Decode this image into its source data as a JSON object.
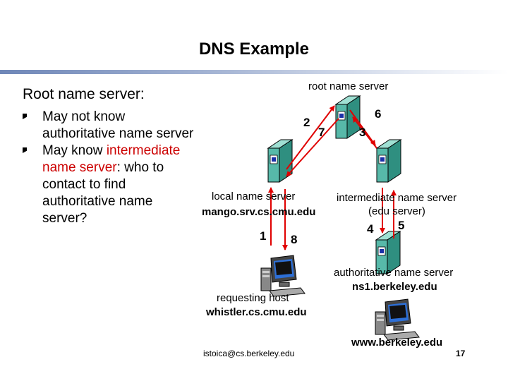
{
  "slide": {
    "title": "DNS Example",
    "heading": "Root name server:",
    "bullets": [
      {
        "text": "May not know authoritative name server"
      },
      {
        "pre": "May know ",
        "highlight": "intermediate name server",
        "post": ": who to contact to find authoritative name server?"
      }
    ],
    "colors": {
      "accent_red": "#cc0000",
      "arrow_red": "#e00000",
      "rule_blue": "#6f87b8",
      "server_teal": "#57b9a9"
    }
  },
  "diagram": {
    "root_label": "root name server",
    "local_label": "local name server",
    "local_host": "mango.srv.cs.cmu.edu",
    "intermediate_label": "intermediate name server",
    "intermediate_sub": "(edu server)",
    "auth_label": "authoritative name server",
    "auth_host": "ns1.berkeley.edu",
    "requesting_label": "requesting host",
    "requesting_host": "whistler.cs.cmu.edu",
    "target_host": "www.berkeley.edu",
    "steps": [
      "1",
      "2",
      "3",
      "4",
      "5",
      "6",
      "7",
      "8"
    ]
  },
  "footer": {
    "email": "istoica@cs.berkeley.edu",
    "page": "17"
  }
}
